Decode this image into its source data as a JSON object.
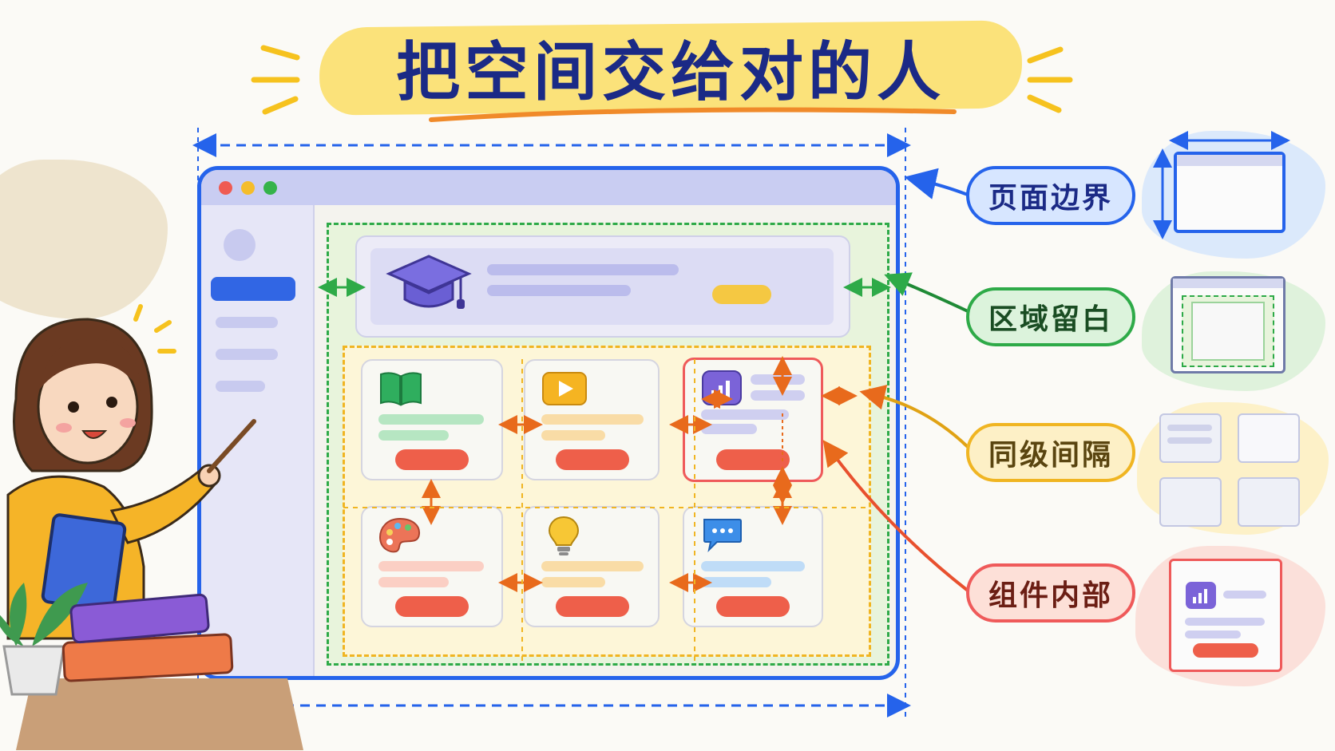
{
  "title": "把空间交给对的人",
  "labels": {
    "page_boundary": "页面边界",
    "area_whitespace": "区域留白",
    "sibling_spacing": "同级间隔",
    "component_inner": "组件内部"
  },
  "colors": {
    "title_text": "#1b2a86",
    "title_highlight": "#fbe27a",
    "page_boundary": "#2563eb",
    "area_whitespace": "#2eaa48",
    "sibling_spacing": "#f0b522",
    "component_inner": "#ef5a5a",
    "spacing_arrow": "#e86a1c"
  },
  "icons": {
    "banner": "graduation-cap-icon",
    "cards": [
      "book-icon",
      "play-icon",
      "chart-icon",
      "palette-icon",
      "lightbulb-icon",
      "chat-icon"
    ]
  }
}
